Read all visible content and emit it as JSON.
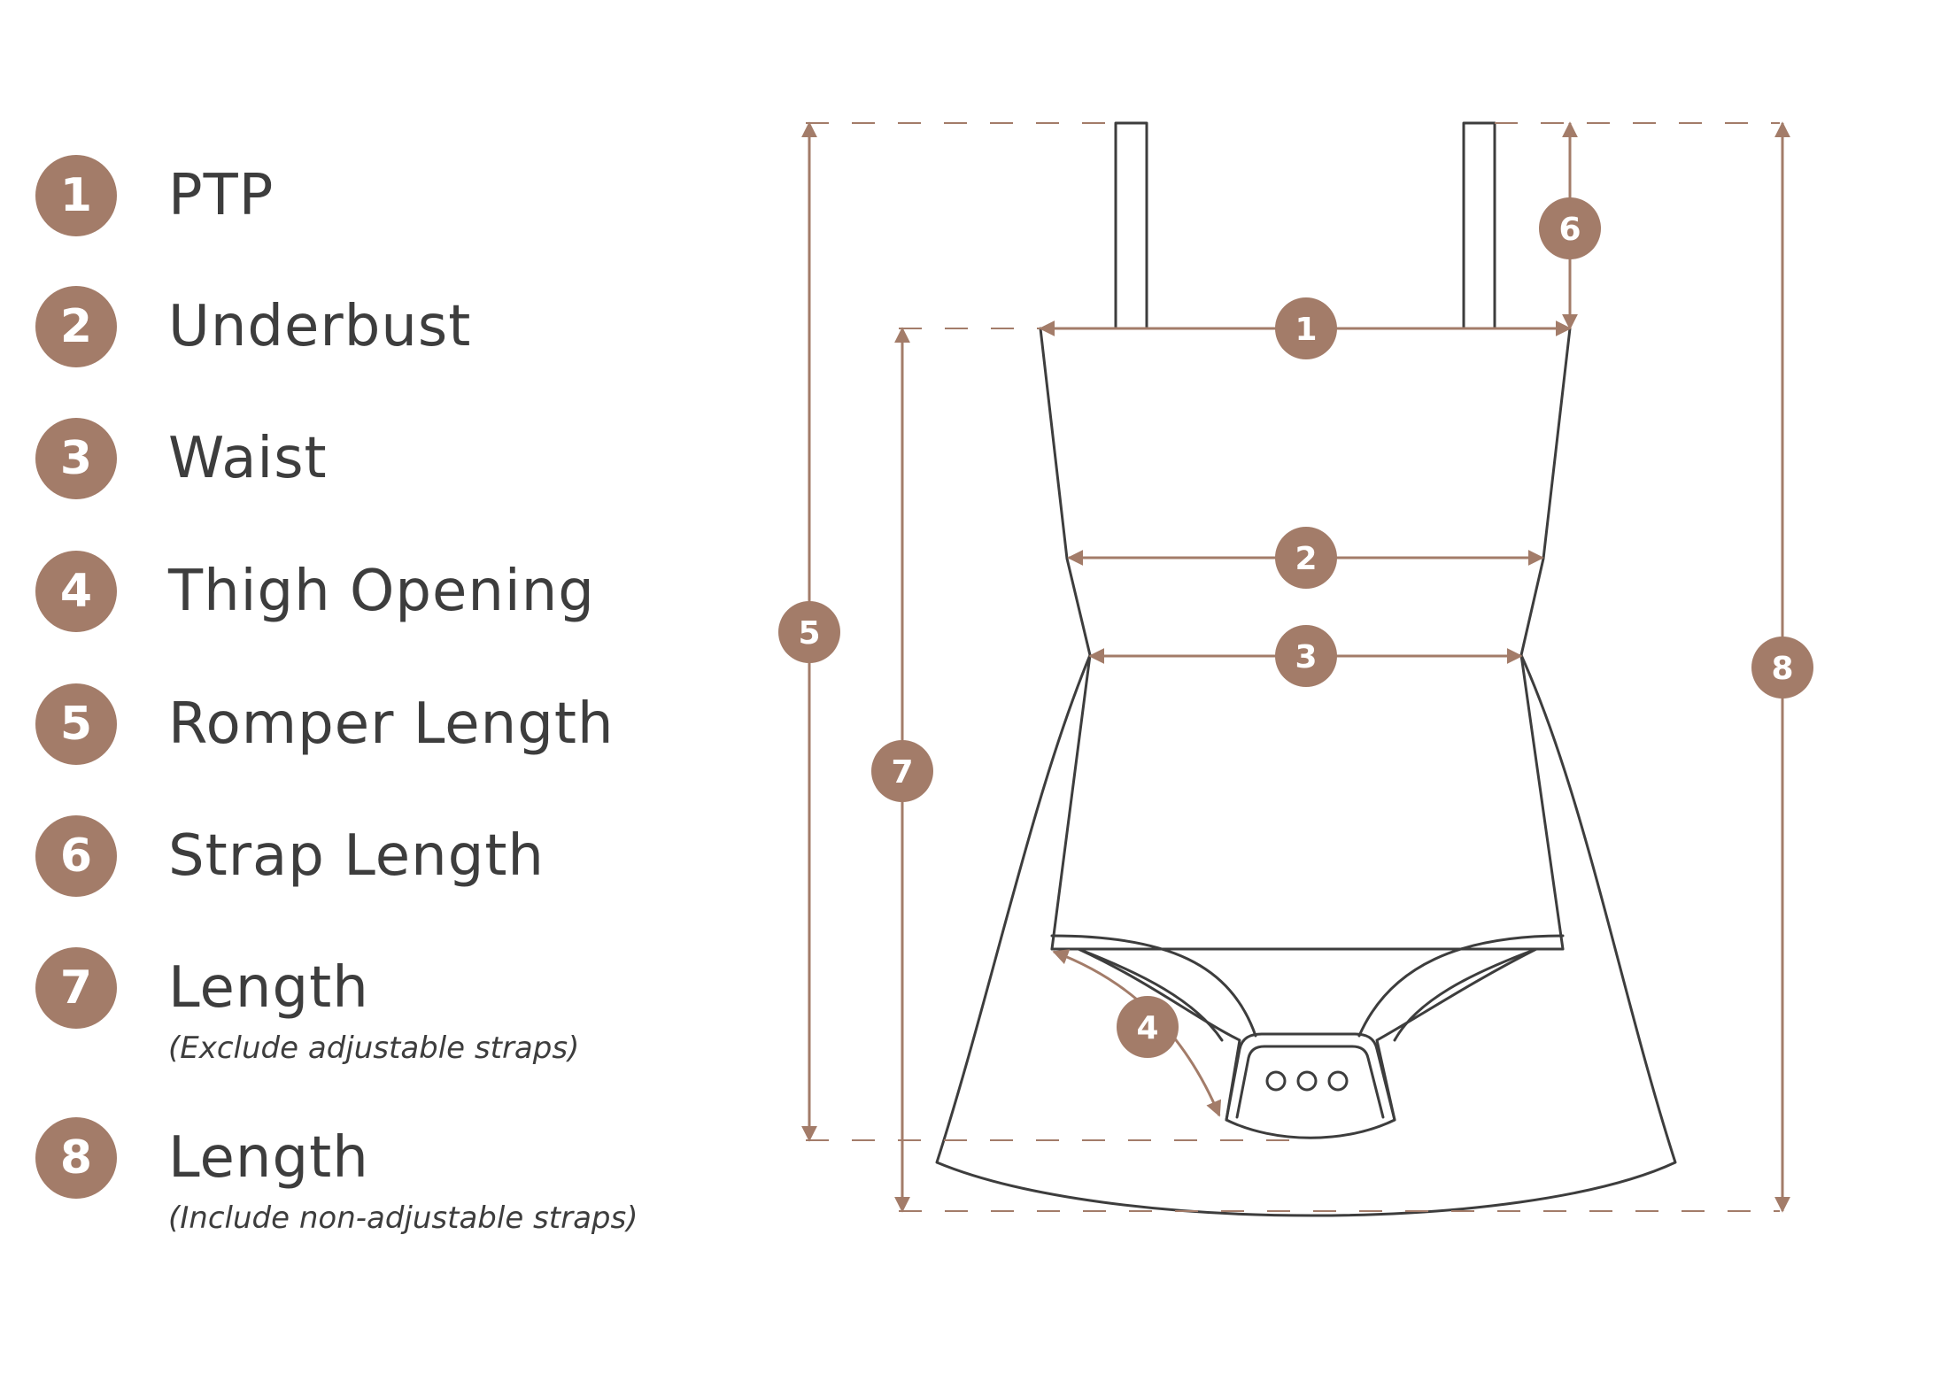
{
  "theme": {
    "accent": "#a37c69",
    "outline": "#3d3d3d",
    "text": "#3d3d3d",
    "badge_text": "#ffffff"
  },
  "legend": [
    {
      "number": "1",
      "label": "PTP",
      "note": ""
    },
    {
      "number": "2",
      "label": "Underbust",
      "note": ""
    },
    {
      "number": "3",
      "label": "Waist",
      "note": ""
    },
    {
      "number": "4",
      "label": "Thigh Opening",
      "note": ""
    },
    {
      "number": "5",
      "label": "Romper Length",
      "note": ""
    },
    {
      "number": "6",
      "label": "Strap Length",
      "note": ""
    },
    {
      "number": "7",
      "label": "Length",
      "note": "(Exclude adjustable straps)"
    },
    {
      "number": "8",
      "label": "Length",
      "note": "(Include non-adjustable straps)"
    }
  ],
  "diagram": {
    "garment": "romper",
    "snap_count": 3,
    "markers": [
      "1",
      "2",
      "3",
      "4",
      "5",
      "6",
      "7",
      "8"
    ]
  }
}
